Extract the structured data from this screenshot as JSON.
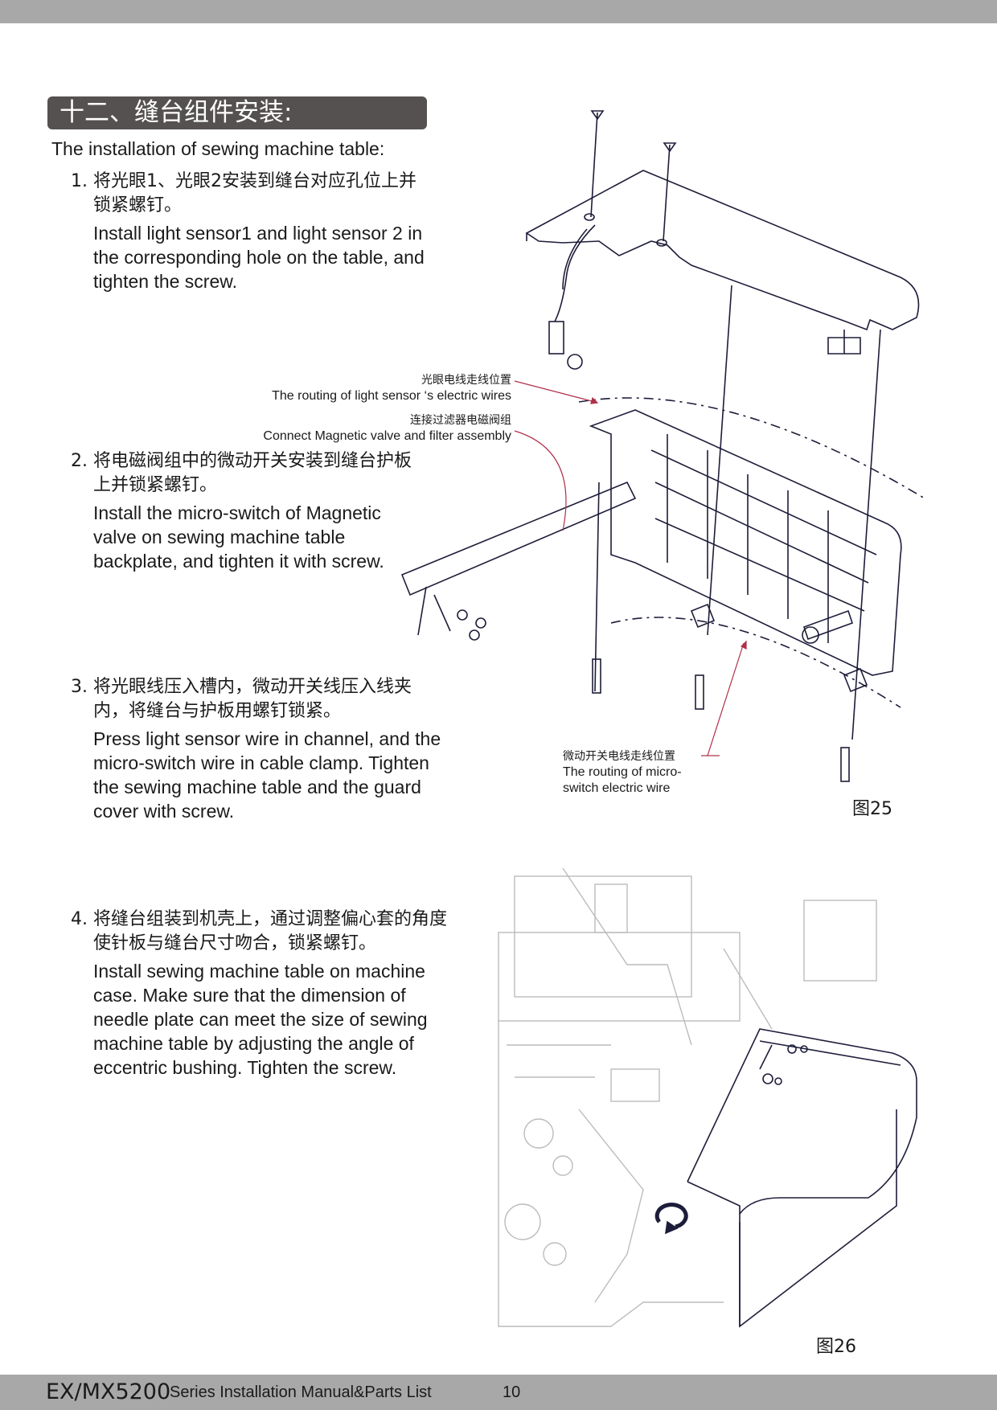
{
  "section": {
    "title": "十二、缝台组件安装:",
    "subtitle": "The installation of sewing machine table:"
  },
  "steps": [
    {
      "number": "1.",
      "cn_line1": "将光眼1、光眼2安装到缝台对应孔位上并",
      "cn_line2": "锁紧螺钉。",
      "en_lines": [
        "Install light sensor1 and light sensor 2 in",
        "the corresponding hole on the table, and",
        "tighten the screw."
      ]
    },
    {
      "number": "2.",
      "cn_line1": "将电磁阀组中的微动开关安装到缝台护板",
      "cn_line2": "上并锁紧螺钉。",
      "en_lines": [
        "Install the micro-switch of Magnetic",
        "valve on sewing machine table",
        "backplate, and tighten it with screw."
      ]
    },
    {
      "number": "3.",
      "cn_line1": "将光眼线压入槽内，微动开关线压入线夹",
      "cn_line2": "内，将缝台与护板用螺钉锁紧。",
      "en_lines": [
        "Press light sensor wire in channel, and the",
        "micro-switch wire in cable clamp. Tighten",
        "the sewing machine table and the guard",
        "cover with screw."
      ]
    },
    {
      "number": "4.",
      "cn_line1": "将缝台组装到机壳上，通过调整偏心套的角度",
      "cn_line2": "使针板与缝台尺寸吻合，锁紧螺钉。",
      "en_lines": [
        "Install sewing machine table on machine",
        "case. Make sure that the dimension of",
        "needle plate can meet the size of sewing",
        "machine table by adjusting the angle of",
        "eccentric bushing. Tighten the screw."
      ]
    }
  ],
  "callouts": {
    "light_sensor": {
      "cn": "光眼电线走线位置",
      "en": "The routing of light sensor ‘s electric wires"
    },
    "magnetic_valve": {
      "cn": "连接过滤器电磁阀组",
      "en": "Connect Magnetic valve and filter assembly"
    },
    "micro_switch": {
      "cn": "微动开关电线走线位置",
      "en1": "The routing of micro-",
      "en2": "switch electric wire"
    }
  },
  "figures": {
    "fig25": "图25",
    "fig26": "图26"
  },
  "footer": {
    "model": "EX/MX5200",
    "series": "Series  Installation Manual&Parts List",
    "page": "10"
  },
  "colors": {
    "bar": "#a8a8a8",
    "title_bg": "#555150",
    "callout_line": "#b0304a",
    "drawing": "#1d1d3a"
  }
}
